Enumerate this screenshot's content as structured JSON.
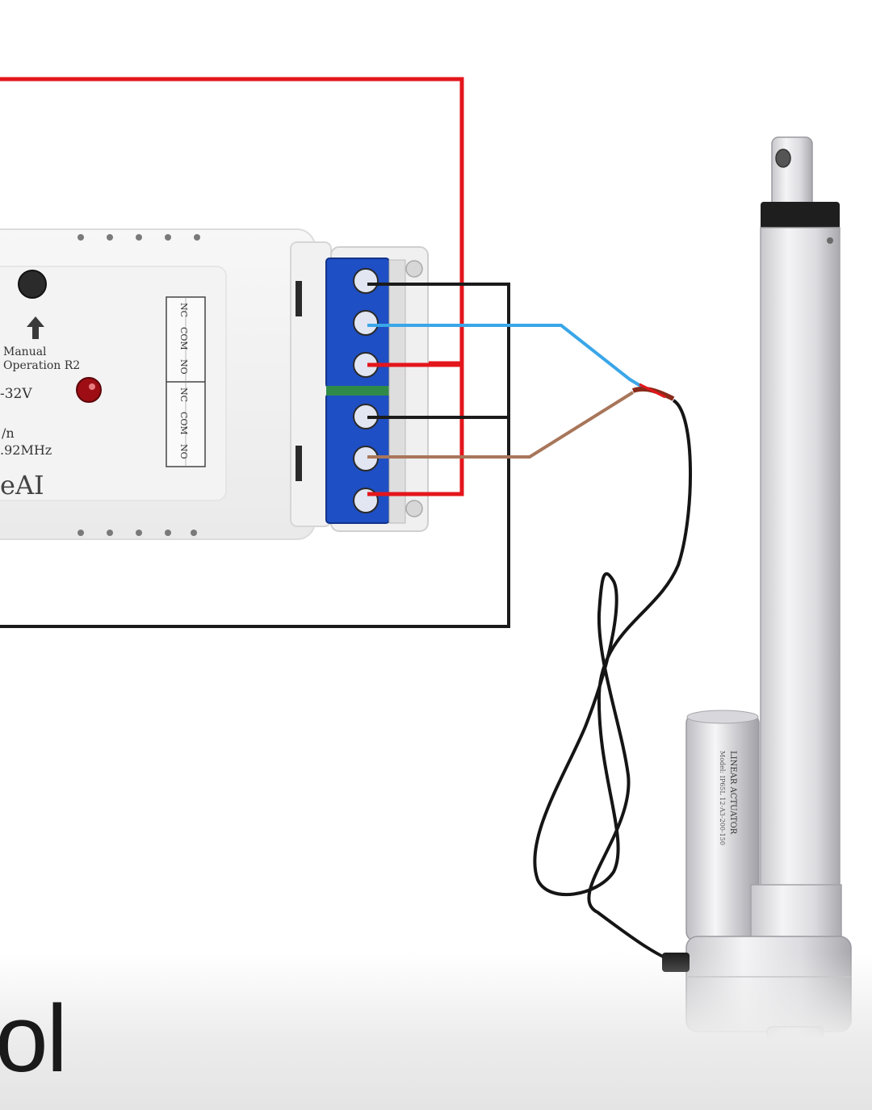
{
  "controller": {
    "manual_label_line1": "Manual",
    "manual_label_line2": "Operation R2",
    "voltage_fragment": "-32V",
    "freq_fragment_1": "/n",
    "freq_fragment_2": ".92MHz",
    "brand_fragment": "eAI",
    "terminal_labels": [
      "NC",
      "COM",
      "NO",
      "NC",
      "COM",
      "NO"
    ]
  },
  "actuator": {
    "label_title": "LINEAR ACTUATOR",
    "label_model": "Model: IP65L 12-A3-200-150"
  },
  "caption": "ol",
  "colors": {
    "red_wire": "#e3161c",
    "black_wire": "#1b1b1b",
    "blue_wire": "#3aa6e8",
    "brown_wire": "#a8765a",
    "terminal_blue": "#1f4fc4"
  }
}
